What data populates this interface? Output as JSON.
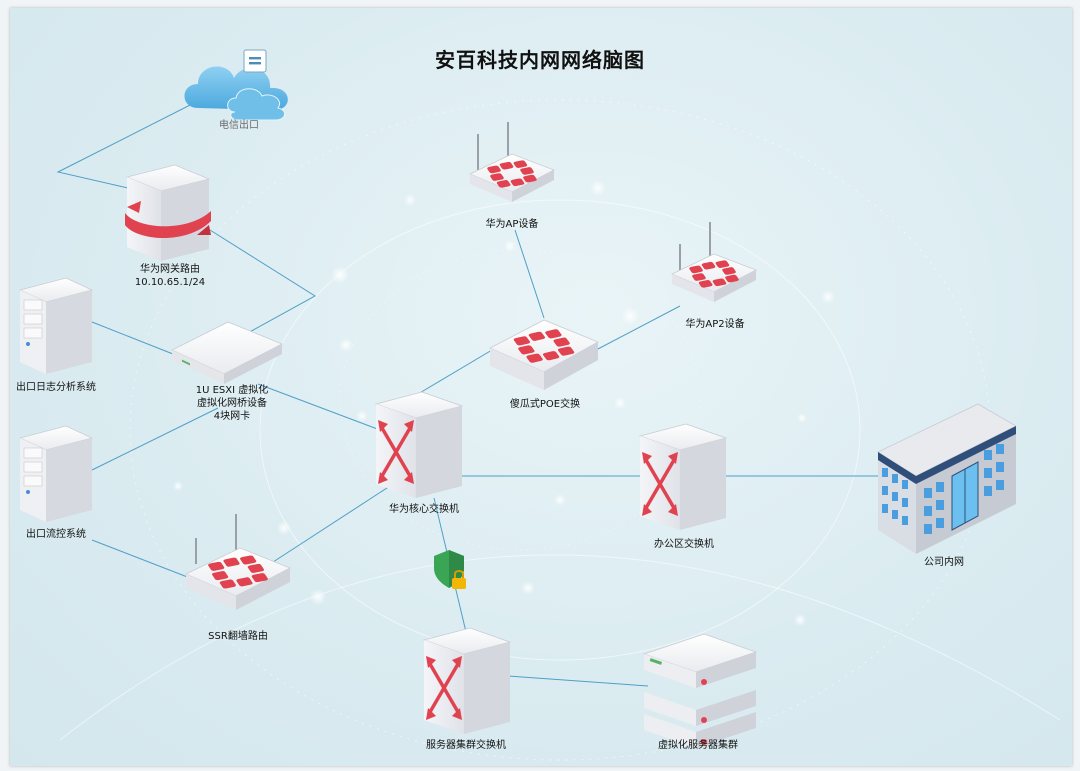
{
  "title": "安百科技内网网络脑图",
  "nodes": {
    "telecom": {
      "label": "电信出口"
    },
    "gateway_router": {
      "label": "华为网关路由",
      "sublabel": "10.10.65.1/24"
    },
    "esxi": {
      "line1": "1U ESXI 虚拟化",
      "line2": "虚拟化网桥设备",
      "line3": "4块网卡"
    },
    "log_system": {
      "label": "出口日志分析系统"
    },
    "flow_control": {
      "label": "出口流控系统"
    },
    "ssr_router": {
      "label": "SSR翻墙路由"
    },
    "core_switch": {
      "label": "华为核心交换机"
    },
    "ap1": {
      "label": "华为AP设备"
    },
    "ap2": {
      "label": "华为AP2设备"
    },
    "poe_switch": {
      "label": "傻瓜式POE交换"
    },
    "office_switch": {
      "label": "办公区交换机"
    },
    "company_lan": {
      "label": "公司内网"
    },
    "server_switch": {
      "label": "服务器集群交换机"
    },
    "virtual_cluster": {
      "label": "虚拟化服务器集群"
    }
  },
  "colors": {
    "link": "#4f9fc7",
    "device_red": "#e0424f",
    "device_grey": "#e6e8ec",
    "shield_green": "#3aa655",
    "lock_gold": "#f2b705"
  },
  "icons": [
    "cloud-icon",
    "router-icon",
    "server-tower-icon",
    "rack-server-icon",
    "wireless-router-icon",
    "switch-icon",
    "building-icon",
    "shield-lock-icon"
  ]
}
